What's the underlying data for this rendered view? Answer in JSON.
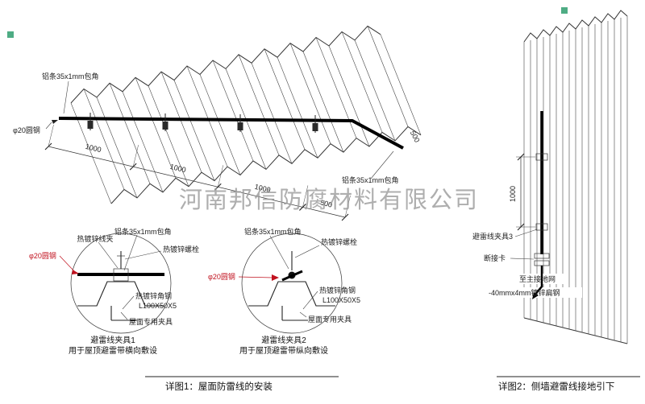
{
  "watermark": "河南邦信防腐材料有限公司",
  "roof_view": {
    "label_al_strip_left": "铝条35x1mm包角",
    "label_al_strip_right": "铝条35x1mm包角",
    "label_round_steel": "φ20圆钢",
    "dims": [
      "1000",
      "1000",
      "1000",
      "500"
    ],
    "dim_500_slope": "500"
  },
  "detail1": {
    "label_wire_clip": "热镀锌线夹",
    "label_al_strip": "铝条35x1mm包角",
    "label_bolt": "热镀锌螺栓",
    "label_round_steel": "φ20圆钢",
    "label_angle_steel": "热镀锌角钢",
    "label_angle_spec": "L100X50X5",
    "label_roof_clamp": "屋面专用夹具",
    "title": "避雷线夹具1",
    "subtitle": "用于屋顶避雷带横向敷设"
  },
  "detail2": {
    "label_al_strip": "铝条35x1mm包角",
    "label_bolt": "热镀锌螺栓",
    "label_round_steel": "φ20圆钢",
    "label_angle_steel": "热镀锌角钢",
    "label_angle_spec": "L100X50X5",
    "label_roof_clamp": "屋面专用夹具",
    "title": "避雷线夹具2",
    "subtitle": "用于屋顶避雷带纵向敷设"
  },
  "wall_view": {
    "label_clamp3": "避雷线夹具3",
    "label_disconnect": "断接卡",
    "label_to_ground": "至主接地网",
    "label_flat_steel": "-40mmx4mm镀锌扁钢",
    "dim_1000": "1000"
  },
  "captions": {
    "detail1": "详图1：屋面防雷线的安装",
    "detail2": "详图2：侧墙避雷线接地引下"
  },
  "colors": {
    "line": "#333333",
    "red": "#c1121f",
    "watermark": "#9b9b9b",
    "stamp": "#2f9e6e"
  }
}
